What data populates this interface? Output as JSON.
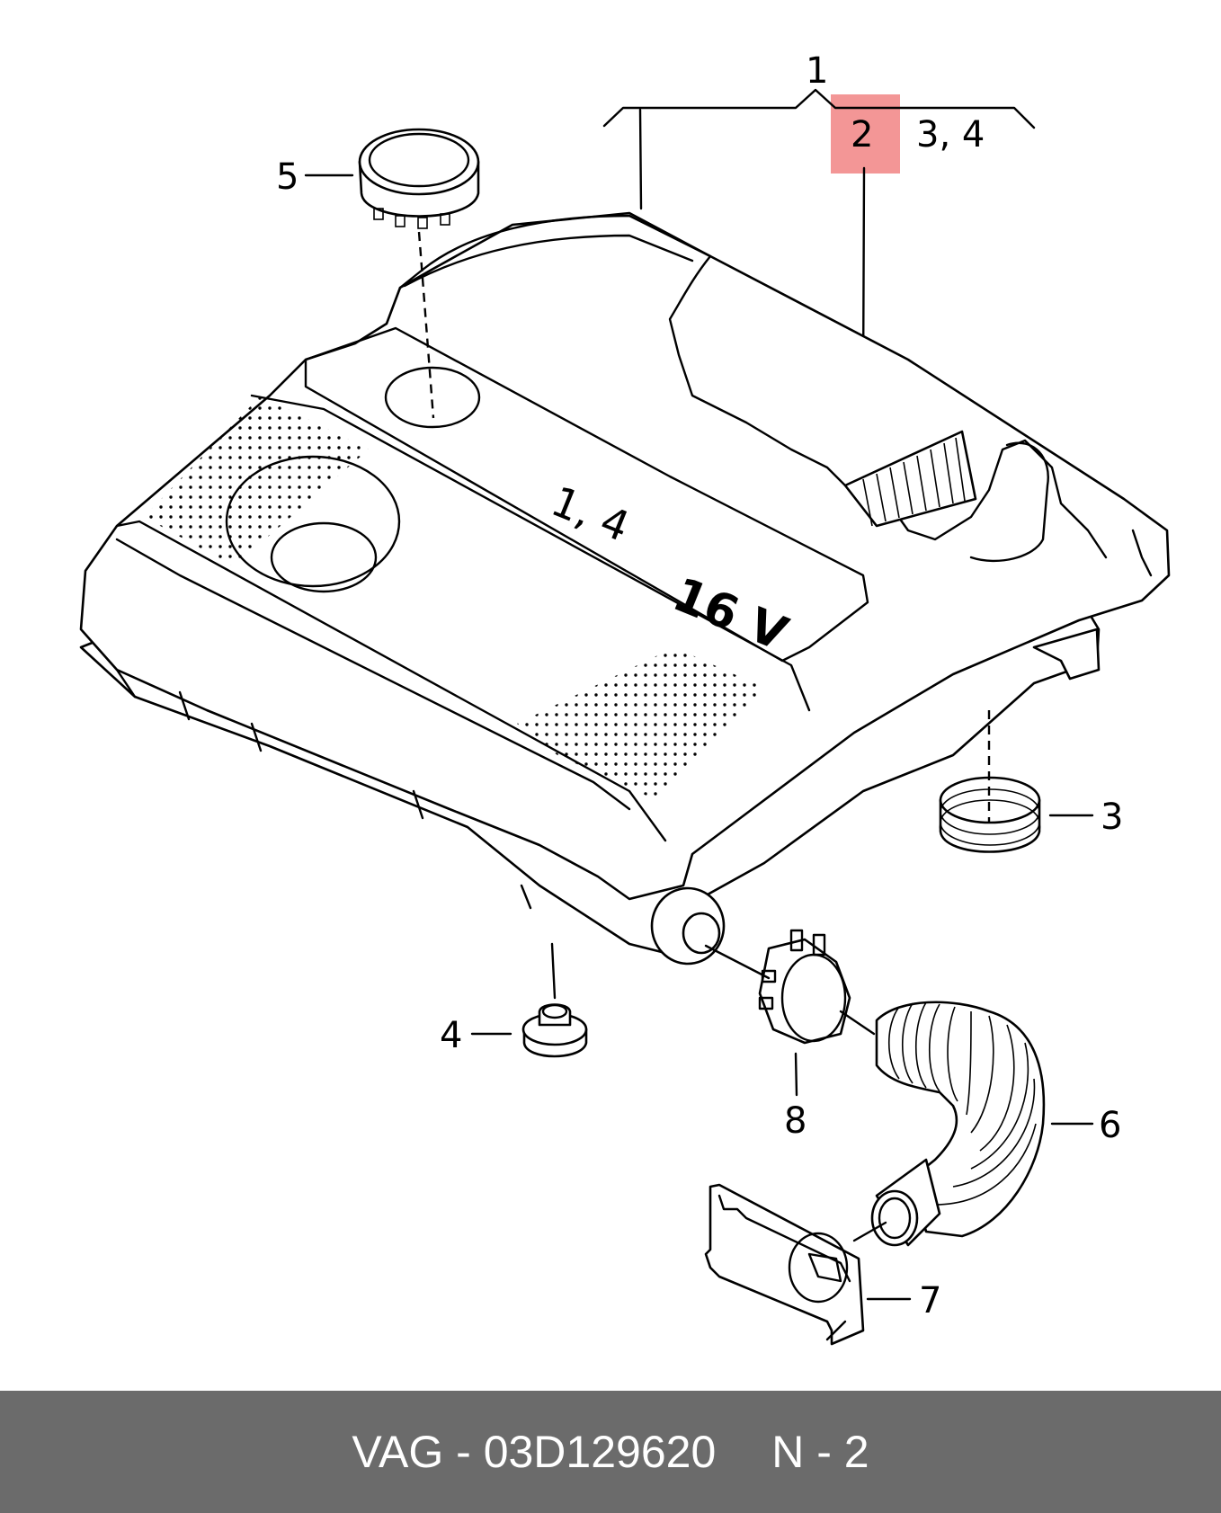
{
  "diagram": {
    "part_labels": [
      "1",
      "2",
      "3, 4",
      "5",
      "3",
      "4",
      "8",
      "6",
      "7"
    ],
    "cover_text_line1": "1, 4",
    "cover_text_line2": "16 V",
    "highlighted_label": "2",
    "highlight_color": "#f28b8b"
  },
  "footer": {
    "part_number": "VAG - 03D129620",
    "position": "N - 2",
    "background_color": "#6b6b6b"
  }
}
